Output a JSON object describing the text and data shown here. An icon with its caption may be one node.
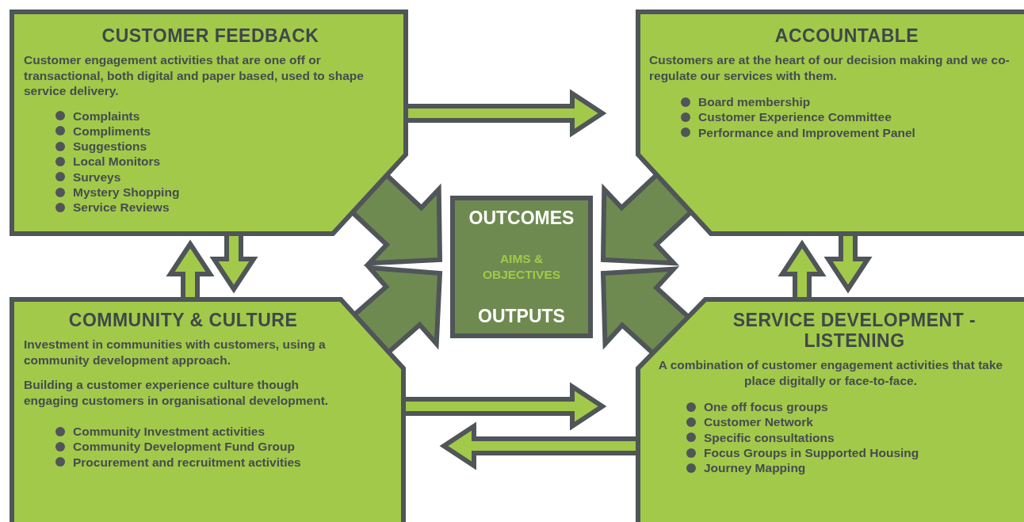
{
  "diagram": {
    "nodes": [
      {
        "text": [
          "CUSTOMER FEEDBACK",
          "Customer engagement activities that are one off or transactional, both digital and paper based, used to shape service delivery.",
          "Complaints",
          "Compliments",
          "Suggestions",
          "Local Monitors",
          "Surveys",
          "Mystery Shopping",
          "Service Reviews"
        ]
      },
      {
        "text": [
          "ACCOUNTABLE",
          "Customers are at the heart of our decision making and we co-regulate our services with them.",
          "Board membership",
          "Customer Experience Committee",
          "Performance and Improvement Panel"
        ]
      },
      {
        "text": [
          "COMMUNITY & CULTURE",
          "Investment in communities with customers, using a community development approach.",
          "Building a customer experience culture though engaging customers in organisational development.",
          "Community Investment activities",
          "Community Development Fund Group",
          "Procurement and recruitment activities"
        ]
      },
      {
        "text": [
          "SERVICE DEVELOPMENT - LISTENING",
          "A combination of customer engagement activities that take place digitally or face-to-face.",
          "One off focus groups",
          "Customer Network",
          "Specific consultations",
          "Focus Groups in Supported Housing",
          "Journey Mapping"
        ]
      },
      {
        "text": [
          "OUTCOMES",
          "AIMS & OBJECTIVES",
          "OUTPUTS"
        ]
      }
    ],
    "edges": [
      {
        "from": 0,
        "to": 1,
        "arrow": "to"
      },
      {
        "from": 0,
        "to": 2,
        "arrow": "to"
      },
      {
        "from": 2,
        "to": 0,
        "arrow": "to"
      },
      {
        "from": 1,
        "to": 3,
        "arrow": "to"
      },
      {
        "from": 3,
        "to": 1,
        "arrow": "to"
      },
      {
        "from": 2,
        "to": 3,
        "arrow": "to"
      },
      {
        "from": 3,
        "to": 2,
        "arrow": "to"
      },
      {
        "from": 0,
        "to": 4,
        "arrow": "to",
        "style": "thick",
        "color": "#6e8a50"
      },
      {
        "from": 1,
        "to": 4,
        "arrow": "to",
        "style": "thick",
        "color": "#6e8a50"
      },
      {
        "from": 2,
        "to": 4,
        "arrow": "to",
        "style": "thick",
        "color": "#6e8a50"
      },
      {
        "from": 3,
        "to": 4,
        "arrow": "to",
        "style": "thick",
        "color": "#6e8a50"
      }
    ]
  }
}
